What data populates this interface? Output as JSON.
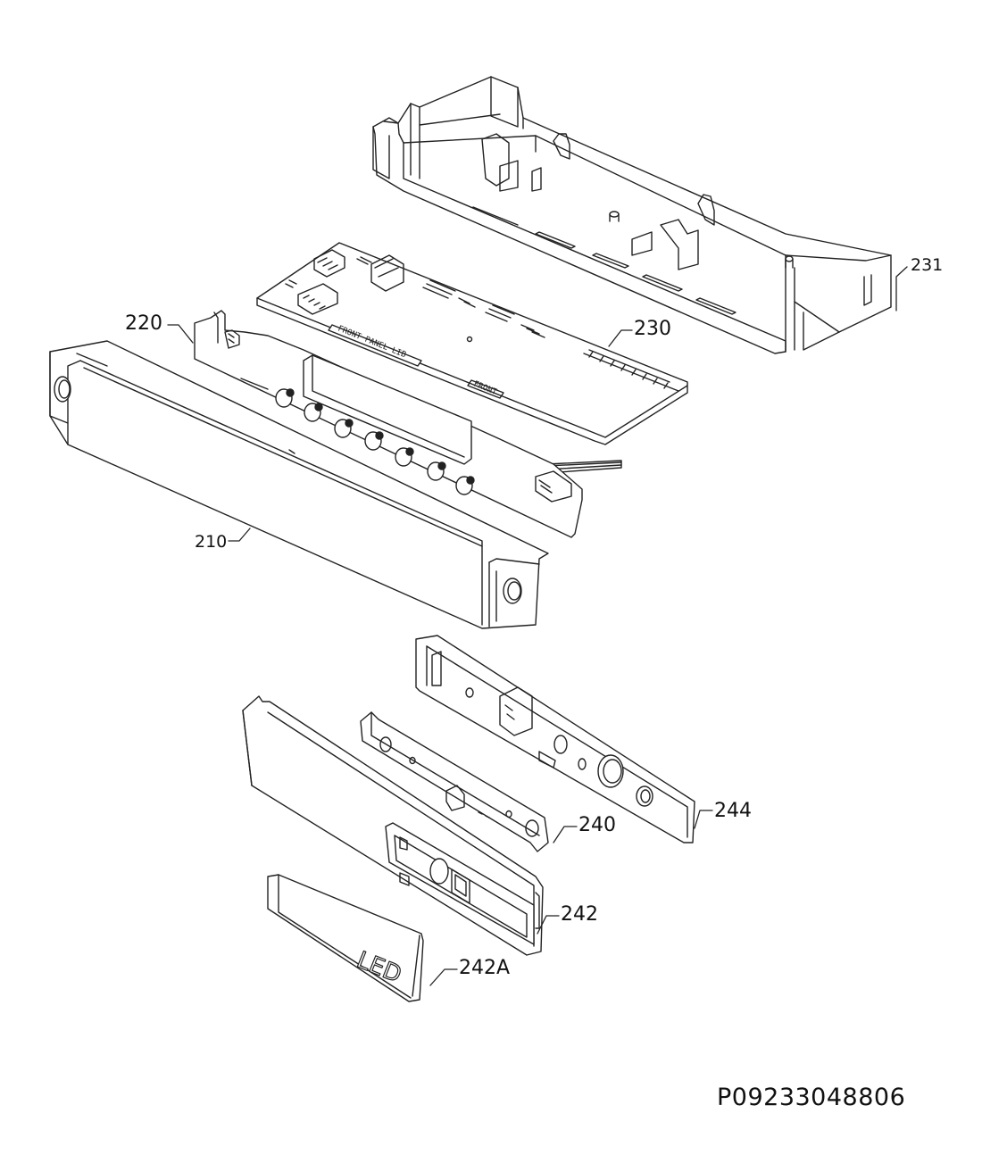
{
  "callouts": {
    "c231": "231",
    "c230": "230",
    "c220": "220",
    "c210": "210",
    "c244": "244",
    "c240": "240",
    "c242": "242",
    "c242a": "242A"
  },
  "cover_text": "LED",
  "part_code": "P09233048806"
}
